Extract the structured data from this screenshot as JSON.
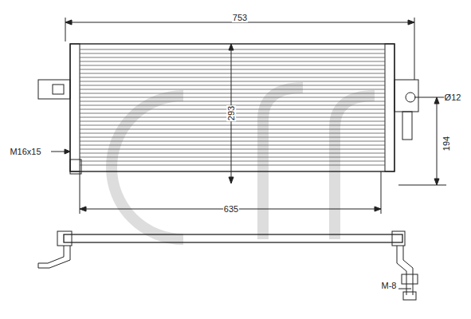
{
  "diagram": {
    "labels": [
      "753",
      "293",
      "Ø12",
      "194",
      "635",
      "M16x15",
      "M-8"
    ]
  }
}
